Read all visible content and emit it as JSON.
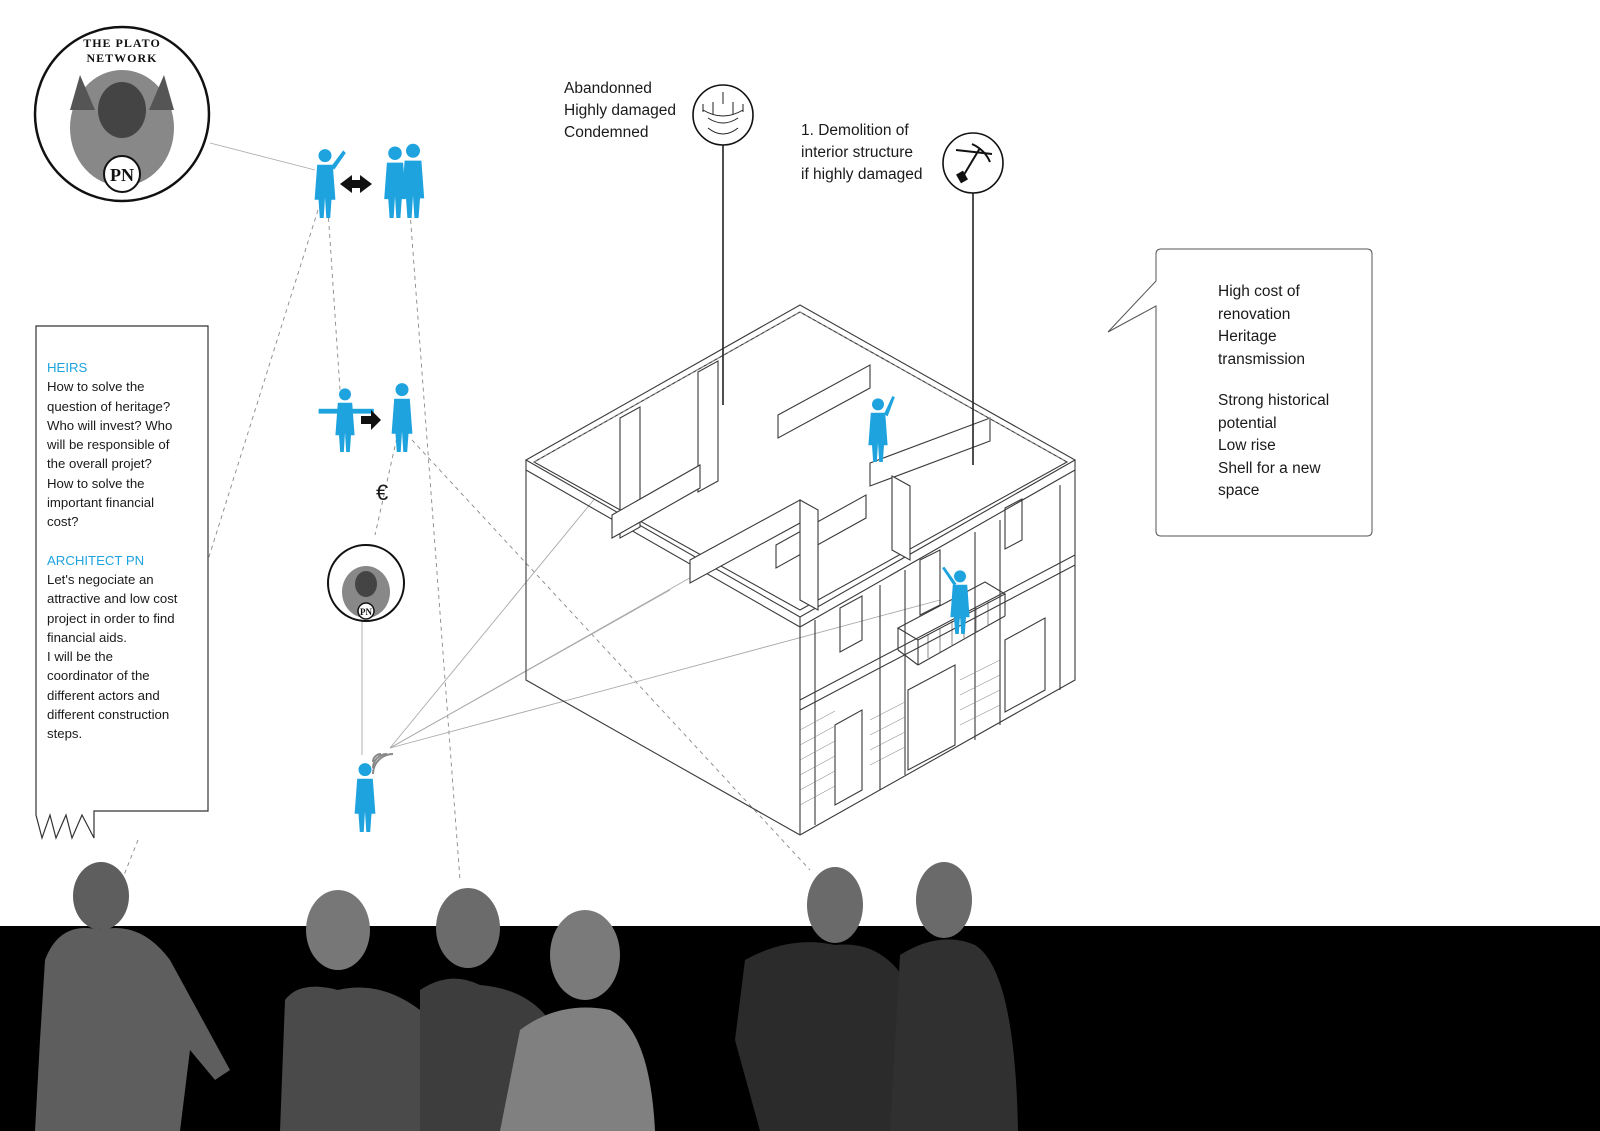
{
  "logo": {
    "name": "THE PLATO NETWORK",
    "monogram": "PN"
  },
  "left_bubble": {
    "heirs": {
      "heading": "HEIRS",
      "lines": [
        "How to solve the",
        "question of heritage?",
        "Who will invest? Who",
        "will be responsible of",
        "the overall projet?",
        "How to solve the",
        "important financial",
        "cost?"
      ]
    },
    "architect": {
      "heading": "ARCHITECT PN",
      "lines": [
        "Let's negociate an",
        "attractive and low cost",
        "project in order to find",
        "financial aids.",
        "I will be the",
        "coordinator of the",
        "different actors and",
        "different construction",
        "steps."
      ]
    }
  },
  "top_labels": {
    "state": [
      "Abandonned",
      "Highly damaged",
      "Condemned"
    ],
    "demolition": [
      "1. Demolition of",
      "interior structure",
      "if highly damaged"
    ]
  },
  "right_bubble": {
    "minus": [
      "High cost of",
      "renovation",
      "Heritage",
      "transmission"
    ],
    "plus": [
      "Strong historical",
      "potential",
      "Low rise",
      "Shell for a new",
      "space"
    ]
  },
  "symbols": {
    "euro": "€"
  },
  "colors": {
    "accent": "#1ea3df",
    "ink": "#1a1a1a",
    "band": "#000000"
  }
}
